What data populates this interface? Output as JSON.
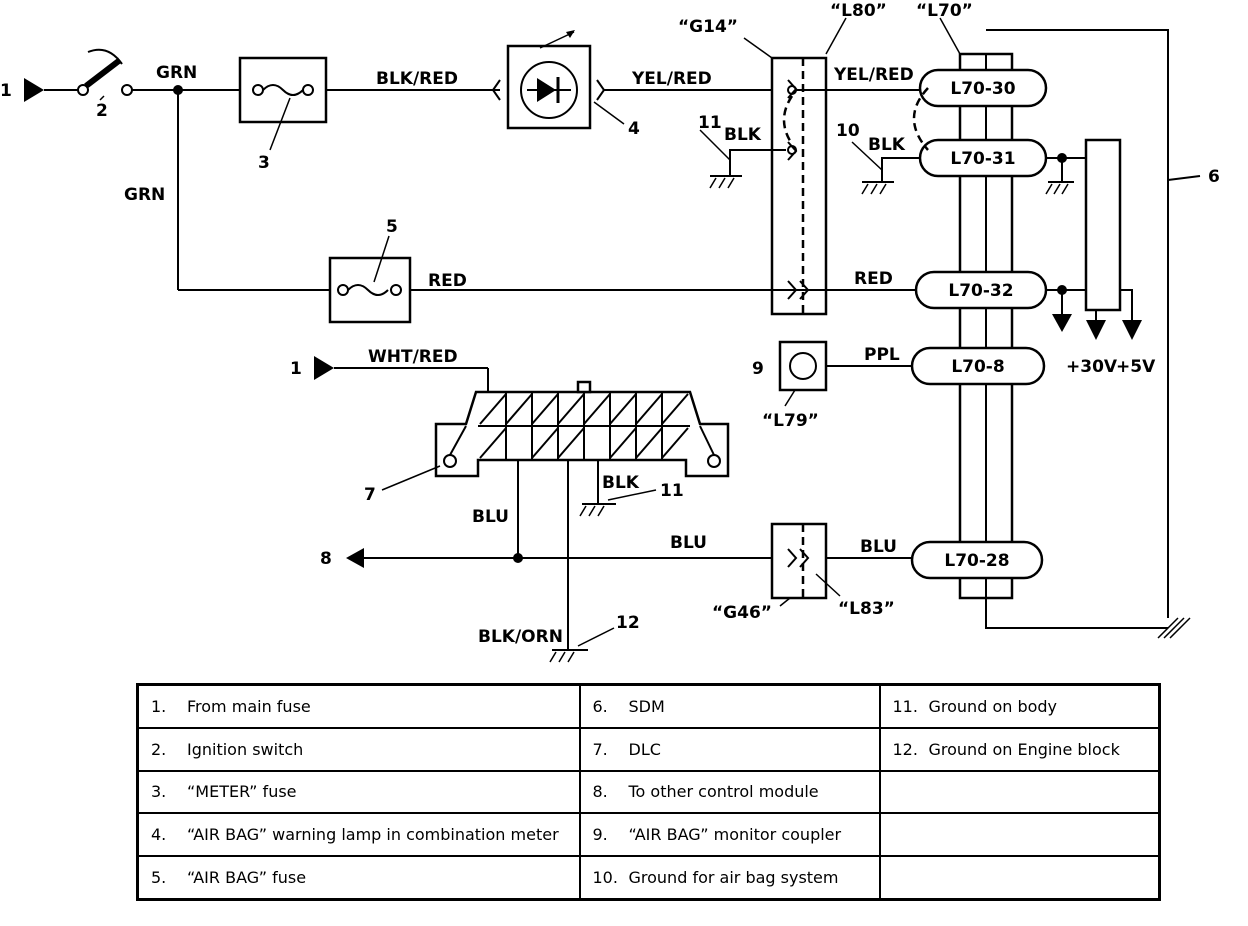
{
  "wires": {
    "grn_top": "GRN",
    "grn_side": "GRN",
    "blk_red": "BLK/RED",
    "yel_red_left": "YEL/RED",
    "yel_red_right": "YEL/RED",
    "blk_g14": "BLK",
    "blk_l70": "BLK",
    "red_left": "RED",
    "red_right": "RED",
    "ppl": "PPL",
    "wht_red": "WHT/RED",
    "blk_dlc": "BLK",
    "blu_dlc": "BLU",
    "blu_left": "BLU",
    "blu_right": "BLU",
    "blk_orn": "BLK/ORN"
  },
  "connectors": {
    "g14": "“G14”",
    "l80": "“L80”",
    "l70": "“L70”",
    "l79": "“L79”",
    "g46": "“G46”",
    "l83": "“L83”"
  },
  "pins": [
    "L70-30",
    "L70-31",
    "L70-32",
    "L70-8",
    "L70-28"
  ],
  "voltages": {
    "v30": "+30V",
    "v5": "+5V"
  },
  "callouts": {
    "c1a": "1",
    "c1b": "1",
    "c2": "2",
    "c3": "3",
    "c4": "4",
    "c5": "5",
    "c6": "6",
    "c7": "7",
    "c8": "8",
    "c9": "9",
    "c10": "10",
    "c11a": "11",
    "c11b": "11",
    "c12": "12"
  },
  "legend": [
    [
      {
        "n": "1.",
        "t": "From main fuse"
      },
      {
        "n": "6.",
        "t": "SDM"
      },
      {
        "n": "11.",
        "t": "Ground on body"
      }
    ],
    [
      {
        "n": "2.",
        "t": "Ignition switch"
      },
      {
        "n": "7.",
        "t": "DLC"
      },
      {
        "n": "12.",
        "t": "Ground on Engine block"
      }
    ],
    [
      {
        "n": "3.",
        "t": "“METER” fuse"
      },
      {
        "n": "8.",
        "t": "To other control module"
      },
      {
        "n": "",
        "t": ""
      }
    ],
    [
      {
        "n": "4.",
        "t": "“AIR BAG” warning lamp in combination meter"
      },
      {
        "n": "9.",
        "t": "“AIR BAG” monitor coupler"
      },
      {
        "n": "",
        "t": ""
      }
    ],
    [
      {
        "n": "5.",
        "t": "“AIR BAG” fuse"
      },
      {
        "n": "10.",
        "t": "Ground for air bag system"
      },
      {
        "n": "",
        "t": ""
      }
    ]
  ]
}
